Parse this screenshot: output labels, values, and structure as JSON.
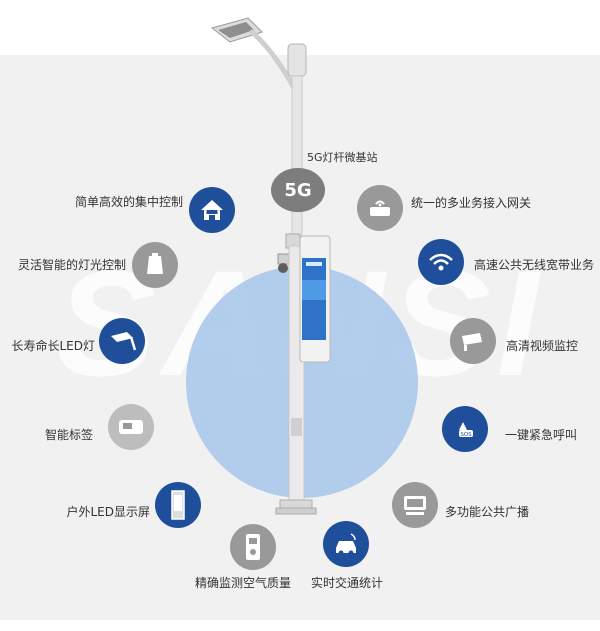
{
  "watermark": "SANSI",
  "header": {
    "tag_5g": "5G",
    "caption": "5G灯杆微基站"
  },
  "features_left": [
    {
      "label": "简单高效的集中控制",
      "icon": "smart-home-icon"
    },
    {
      "label": "灵活智能的灯光控制",
      "icon": "lamp-icon"
    },
    {
      "label": "长寿命长LED灯",
      "icon": "street-light-icon"
    },
    {
      "label": "智能标签",
      "icon": "smart-tag-icon"
    },
    {
      "label": "户外LED显示屏",
      "icon": "led-display-icon"
    }
  ],
  "features_bottom": [
    {
      "label": "精确监测空气质量",
      "icon": "air-monitor-icon"
    },
    {
      "label": "实时交通统计",
      "icon": "traffic-car-icon"
    }
  ],
  "features_right": [
    {
      "label": "统一的多业务接入网关",
      "icon": "router-icon"
    },
    {
      "label": "高速公共无线宽带业务",
      "icon": "wifi-icon"
    },
    {
      "label": "高清视频监控",
      "icon": "cctv-camera-icon"
    },
    {
      "label": "一键紧急呼叫",
      "icon": "sos-hand-icon"
    },
    {
      "label": "多功能公共广播",
      "icon": "broadcast-tv-icon"
    }
  ],
  "colors": {
    "blue": "#1f4f9a",
    "gray": "#999999",
    "light": "#bdbdbd",
    "circle": "#a9c6e9",
    "background": "#f1f1f2"
  }
}
